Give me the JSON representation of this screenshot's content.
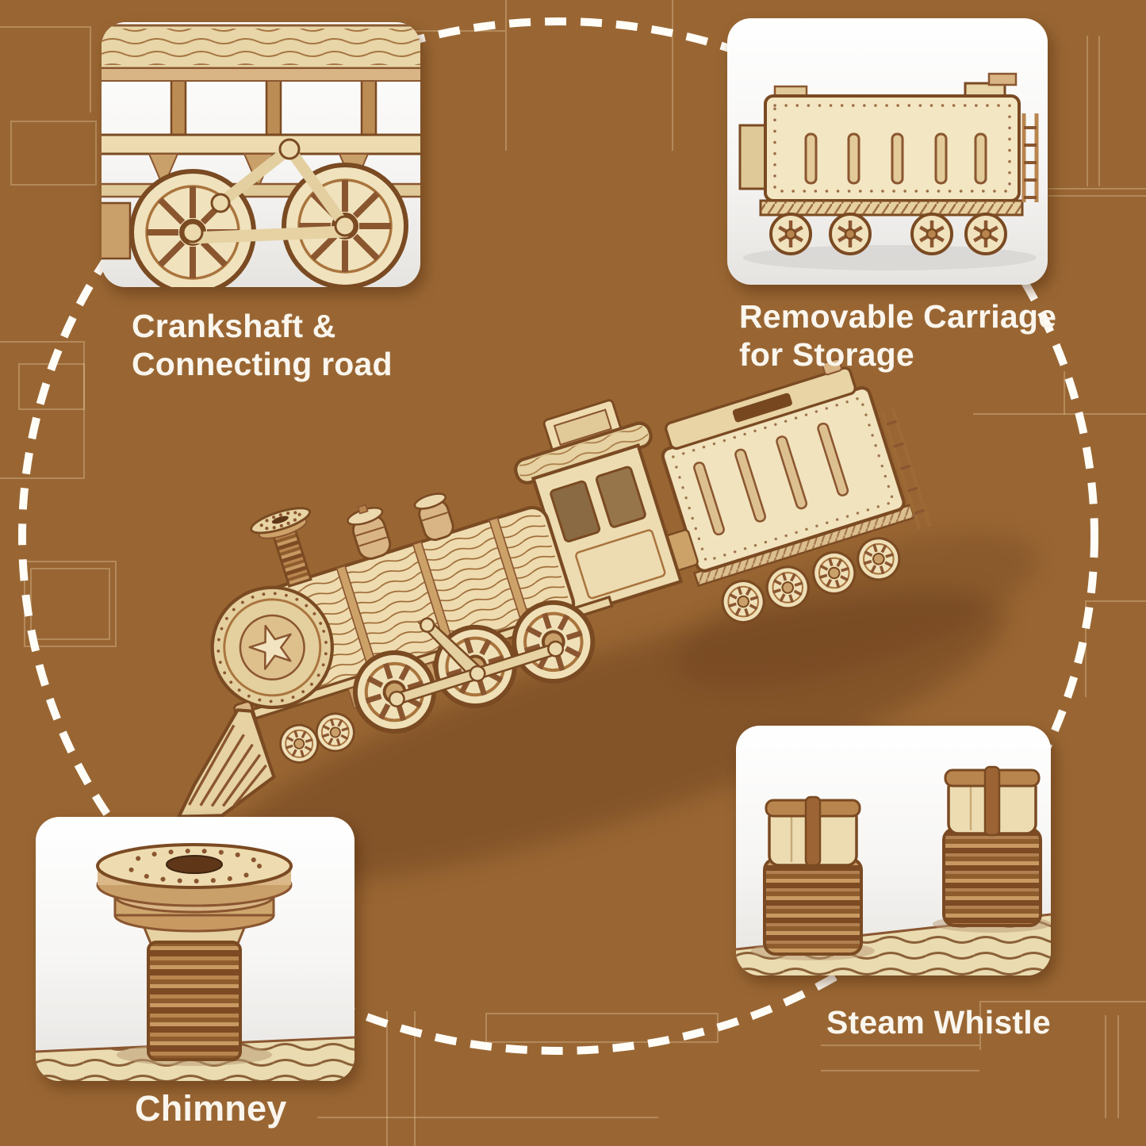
{
  "page": {
    "background_color": "#996633",
    "text_color": "#faf6ee",
    "dash_color": "#fffdf7",
    "pattern_line_color": "rgba(238,209,170,0.33)",
    "wood_light_color": "#eedcb0",
    "wood_dark_color": "#7a4a22"
  },
  "callouts": {
    "crankshaft": {
      "line1": "Crankshaft &",
      "line2": "Connecting road"
    },
    "carriage": {
      "line1": "Removable Carriage",
      "line2": "for Storage"
    },
    "chimney": {
      "label": "Chimney"
    },
    "whistle": {
      "label": "Steam Whistle"
    }
  },
  "photos": {
    "top_left": "crankshaft-connecting-rod-closeup",
    "top_right": "removable-carriage-side-view",
    "bottom_left": "chimney-closeup",
    "bottom_right": "steam-whistles-closeup",
    "center": "wooden-train-3d-puzzle-model"
  }
}
